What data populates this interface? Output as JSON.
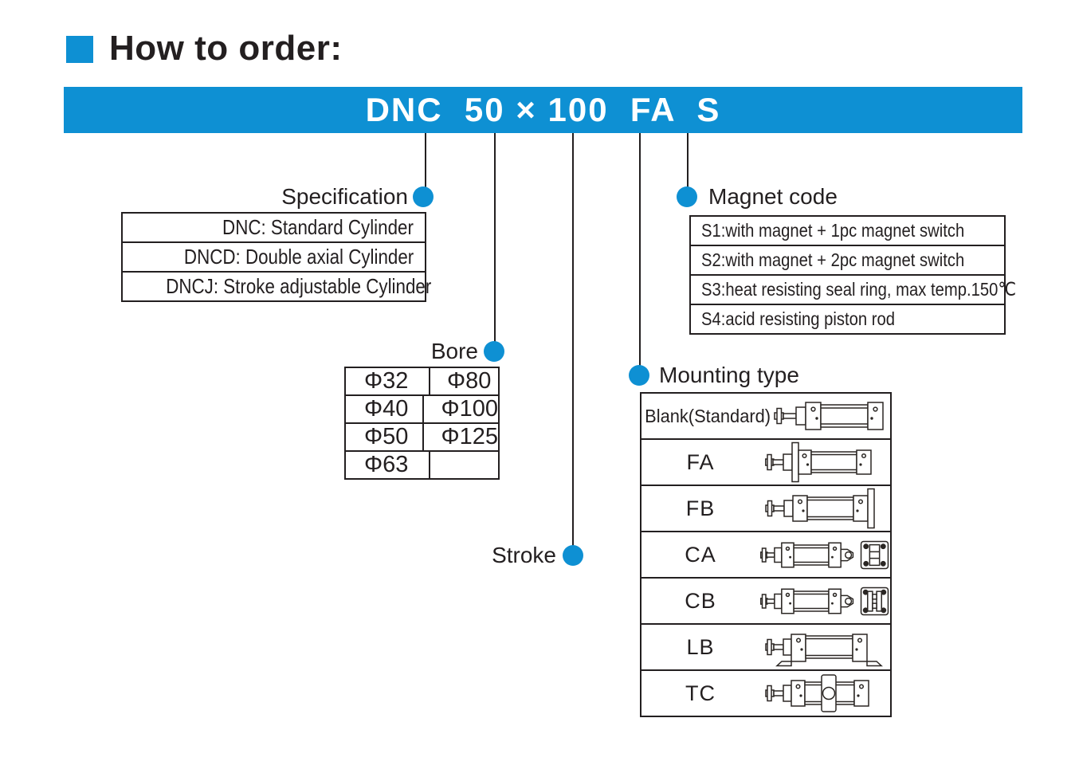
{
  "page": {
    "title": "How to order:"
  },
  "order_code": {
    "text": "DNC  50 × 100  FA  S"
  },
  "colors": {
    "accent": "#0e90d3",
    "line": "#231f20"
  },
  "specification": {
    "label": "Specification",
    "rows": [
      "DNC: Standard Cylinder",
      "DNCD: Double axial Cylinder",
      "DNCJ: Stroke adjustable Cylinder"
    ]
  },
  "bore": {
    "label": "Bore",
    "left_column": [
      "Φ32",
      "Φ40",
      "Φ50",
      "Φ63"
    ],
    "right_column": [
      "Φ80",
      "Φ100",
      "Φ125",
      ""
    ]
  },
  "stroke": {
    "label": "Stroke"
  },
  "mounting": {
    "label": "Mounting type",
    "rows": [
      {
        "code": "Blank(Standard)",
        "icon": "cylinder-standard-icon"
      },
      {
        "code": "FA",
        "icon": "cylinder-front-flange-icon"
      },
      {
        "code": "FB",
        "icon": "cylinder-rear-flange-icon"
      },
      {
        "code": "CA",
        "icon": "cylinder-rear-clevis-plate-icon"
      },
      {
        "code": "CB",
        "icon": "cylinder-rear-clevis-bracket-icon"
      },
      {
        "code": "LB",
        "icon": "cylinder-foot-mount-icon"
      },
      {
        "code": "TC",
        "icon": "cylinder-center-trunnion-icon"
      }
    ]
  },
  "magnet": {
    "label": "Magnet code",
    "rows": [
      "S1:with magnet + 1pc magnet switch",
      "S2:with magnet + 2pc magnet switch",
      "S3:heat resisting seal ring, max temp.150℃",
      "S4:acid resisting piston rod"
    ]
  }
}
